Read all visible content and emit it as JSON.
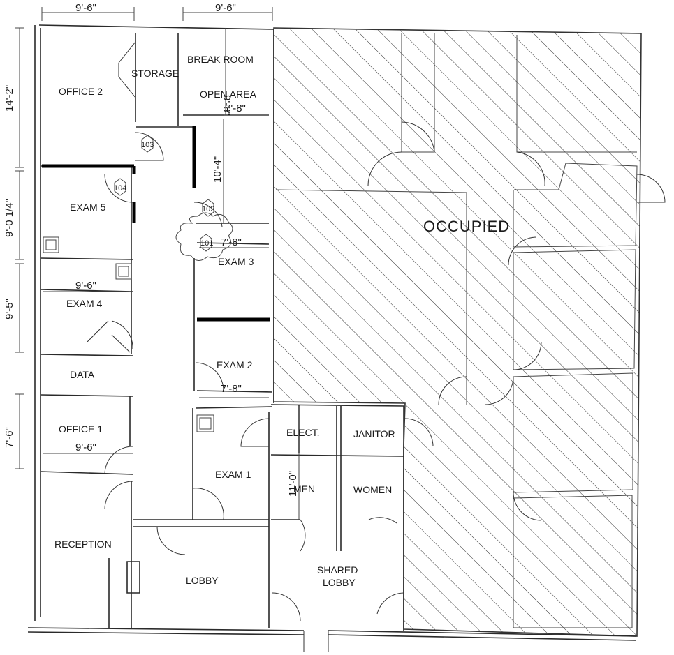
{
  "dimensions": {
    "top_left": "9'-6\"",
    "top_right": "9'-6\"",
    "left_1": "14'-2\"",
    "left_2": "9'-0 1/4\"",
    "left_3": "9'-5\"",
    "left_4": "7'-6\"",
    "exam4_width": "9'-6\"",
    "office1_width": "9'-6\"",
    "breakroom_height": "9'-8\"",
    "open_area_width": "7'-8\"",
    "corridor_height": "10'-4\"",
    "exam3_width": "7'-8\"",
    "exam2_width": "7'-8\"",
    "elect_height": "11'-0\""
  },
  "rooms": {
    "office2": "OFFICE 2",
    "storage": "STORAGE",
    "break_room": "BREAK ROOM",
    "open_area": "OPEN AREA",
    "exam5": "EXAM 5",
    "exam4": "EXAM 4",
    "exam3": "EXAM 3",
    "exam2": "EXAM 2",
    "exam1": "EXAM 1",
    "data": "DATA",
    "office1": "OFFICE 1",
    "reception": "RECEPTION",
    "lobby": "LOBBY",
    "elect": "ELECT.",
    "janitor": "JANITOR",
    "men": "MEN",
    "women": "WOMEN",
    "shared_lobby_1": "SHARED",
    "shared_lobby_2": "LOBBY",
    "occupied": "OCCUPIED"
  },
  "door_tags": {
    "d103": "103",
    "d104": "104",
    "d102": "102",
    "d101": "101"
  }
}
